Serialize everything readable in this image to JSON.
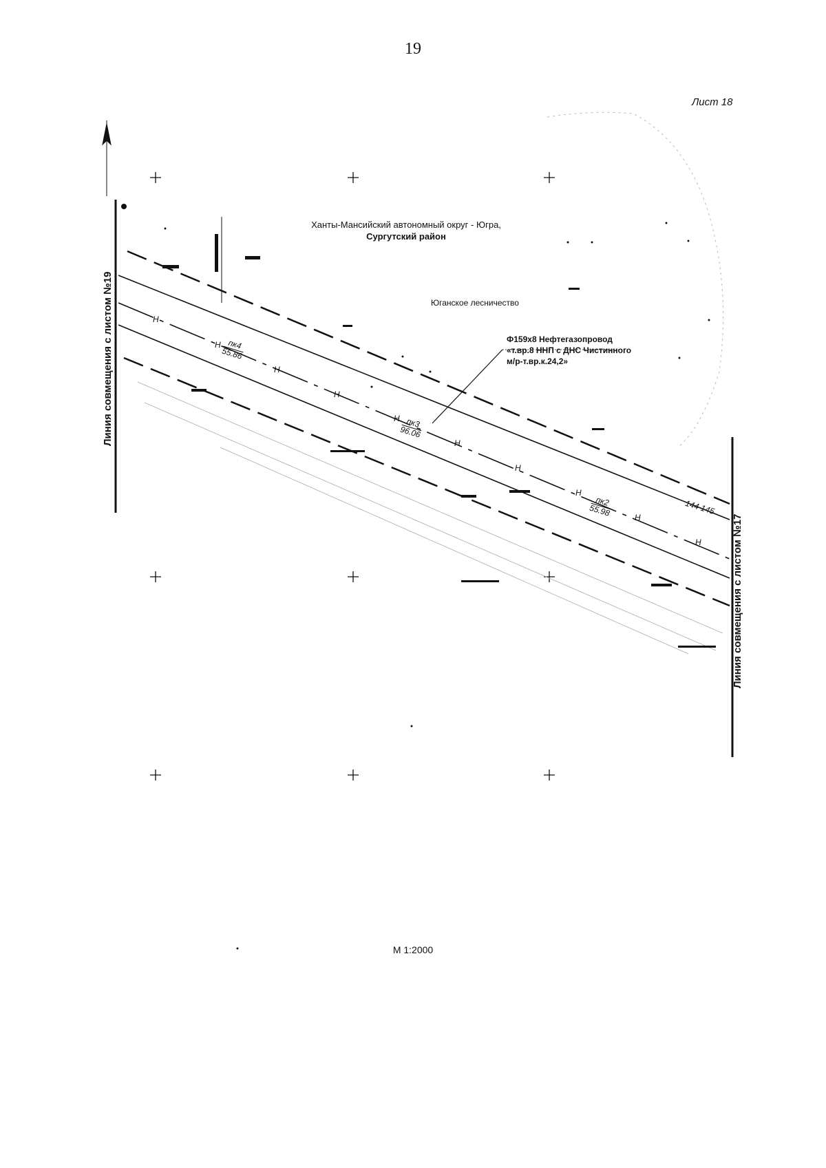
{
  "page_number": "19",
  "sheet_label": "Лист 18",
  "region_title": [
    "Ханты-Мансийский автономный округ - Югра,",
    "Сургутский район"
  ],
  "forestry": "Юганское лесничество",
  "pipeline_label": [
    "Ф159х8 Нефтегазопровод",
    "«т.вр.8 ННП с ДНС Чистинного",
    "м/р-т.вр.к.24,2»"
  ],
  "pickets": [
    {
      "top": "пк4",
      "bottom": "55.86"
    },
    {
      "top": "пк3",
      "bottom": "96.06"
    },
    {
      "top": "пк2",
      "bottom": "55.98"
    }
  ],
  "km_marker": "144 145",
  "left_link_label": "Линия совмещения с листом №19",
  "right_link_label": "Линия совмещения с листом №17",
  "pipe_marker": "Н",
  "scale": "М 1:2000"
}
